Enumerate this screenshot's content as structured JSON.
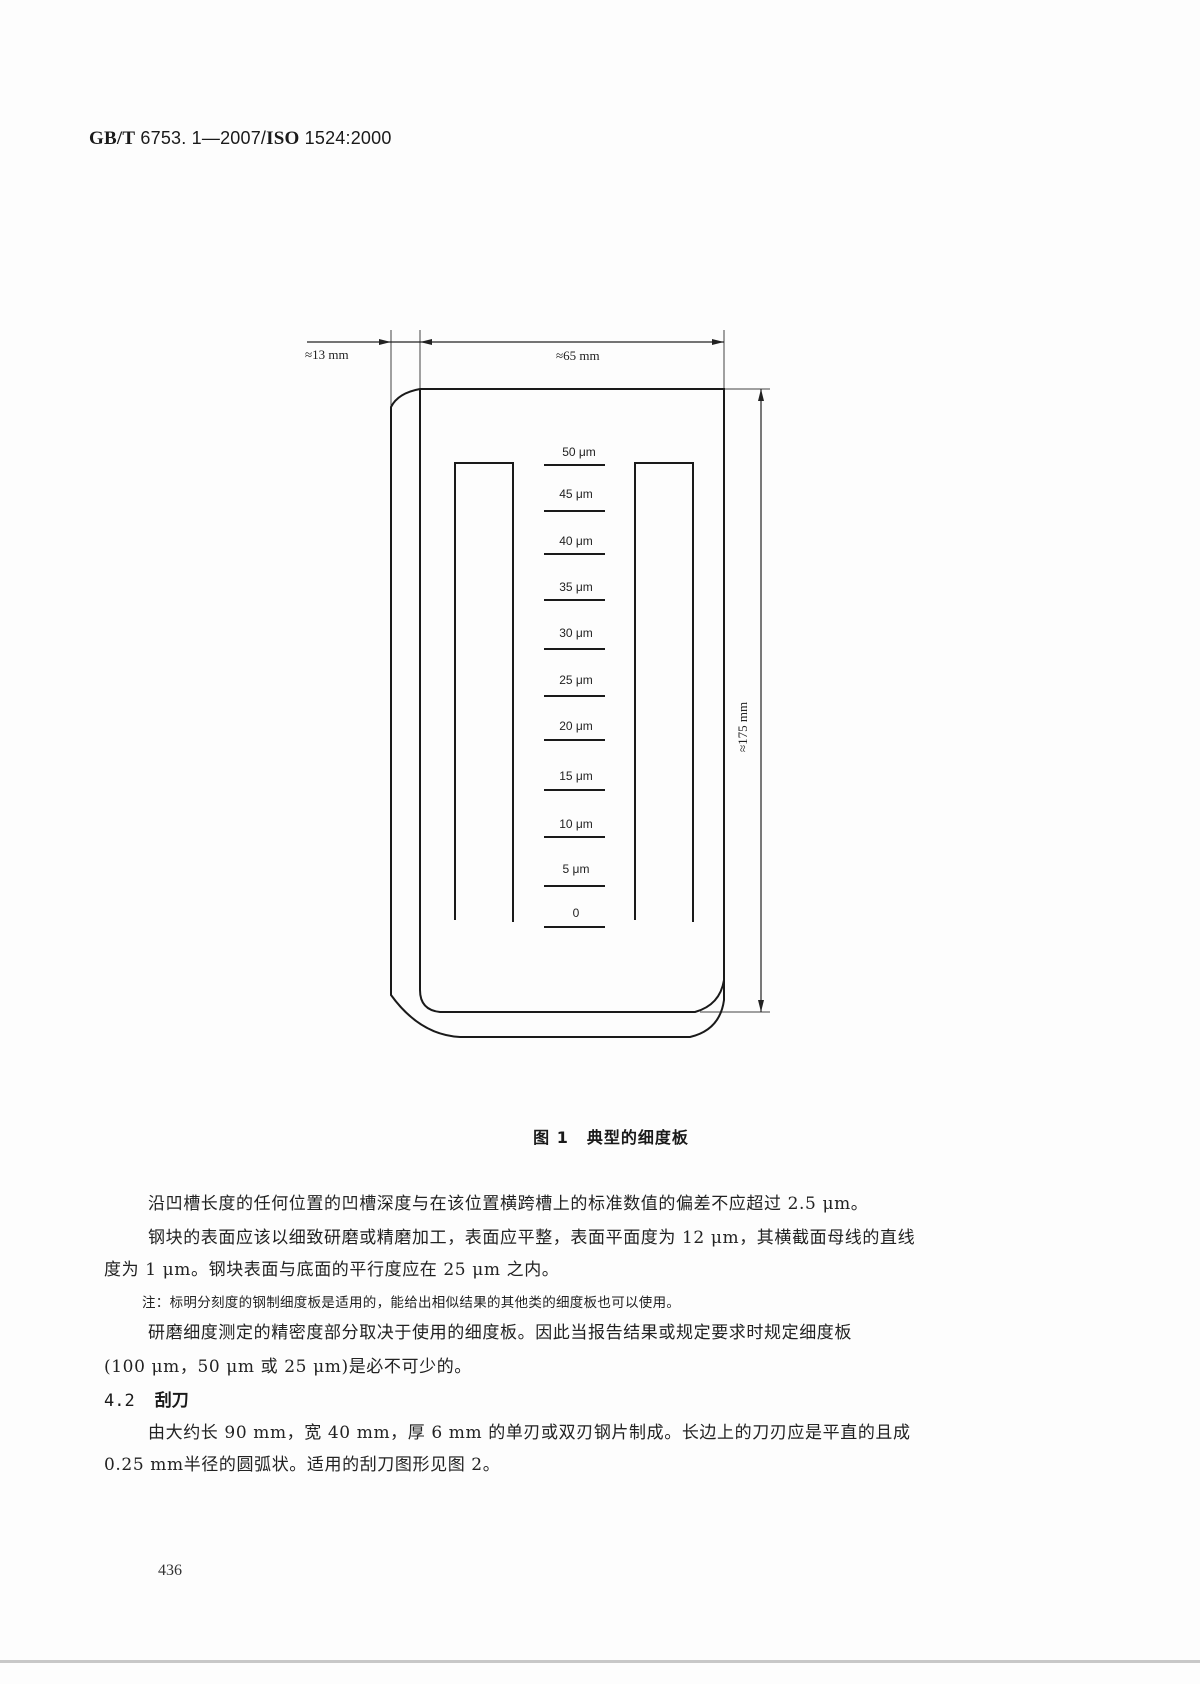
{
  "header": {
    "standard_code": "GB/T",
    "standard_number": " 6753. 1—2007/",
    "iso_code": "ISO",
    "iso_number": " 1524:2000"
  },
  "figure": {
    "dim_left": "≈13 mm",
    "dim_width": "≈65 mm",
    "dim_height": "≈175 mm",
    "scale_ticks": [
      "50 μm",
      "45 μm",
      "40 μm",
      "35 μm",
      "30 μm",
      "25 μm",
      "20 μm",
      "15 μm",
      "10 μm",
      "5 μm",
      "0"
    ],
    "caption_number": "图 1",
    "caption_title": "典型的细度板"
  },
  "body": {
    "p1": "沿凹槽长度的任何位置的凹槽深度与在该位置横跨槽上的标准数值的偏差不应超过 2.5 μm。",
    "p2_line1": "钢块的表面应该以细致研磨或精磨加工，表面应平整，表面平面度为 12 μm，其横截面母线的直线",
    "p2_line2": "度为 1 μm。钢块表面与底面的平行度应在 25 μm 之内。",
    "note": "注：标明分刻度的钢制细度板是适用的，能给出相似结果的其他类的细度板也可以使用。",
    "p3_line1": "研磨细度测定的精密度部分取决于使用的细度板。因此当报告结果或规定要求时规定细度板",
    "p3_line2": "(100 μm，50 μm 或 25 μm)是必不可少的。",
    "section_number": "4.2",
    "section_title": "刮刀",
    "p4_line1": "由大约长 90 mm，宽 40 mm，厚 6 mm 的单刃或双刃钢片制成。长边上的刀刃应是平直的且成",
    "p4_line2": "0.25 mm半径的圆弧状。适用的刮刀图形见图 2。"
  },
  "footer": {
    "page_number": "436"
  }
}
